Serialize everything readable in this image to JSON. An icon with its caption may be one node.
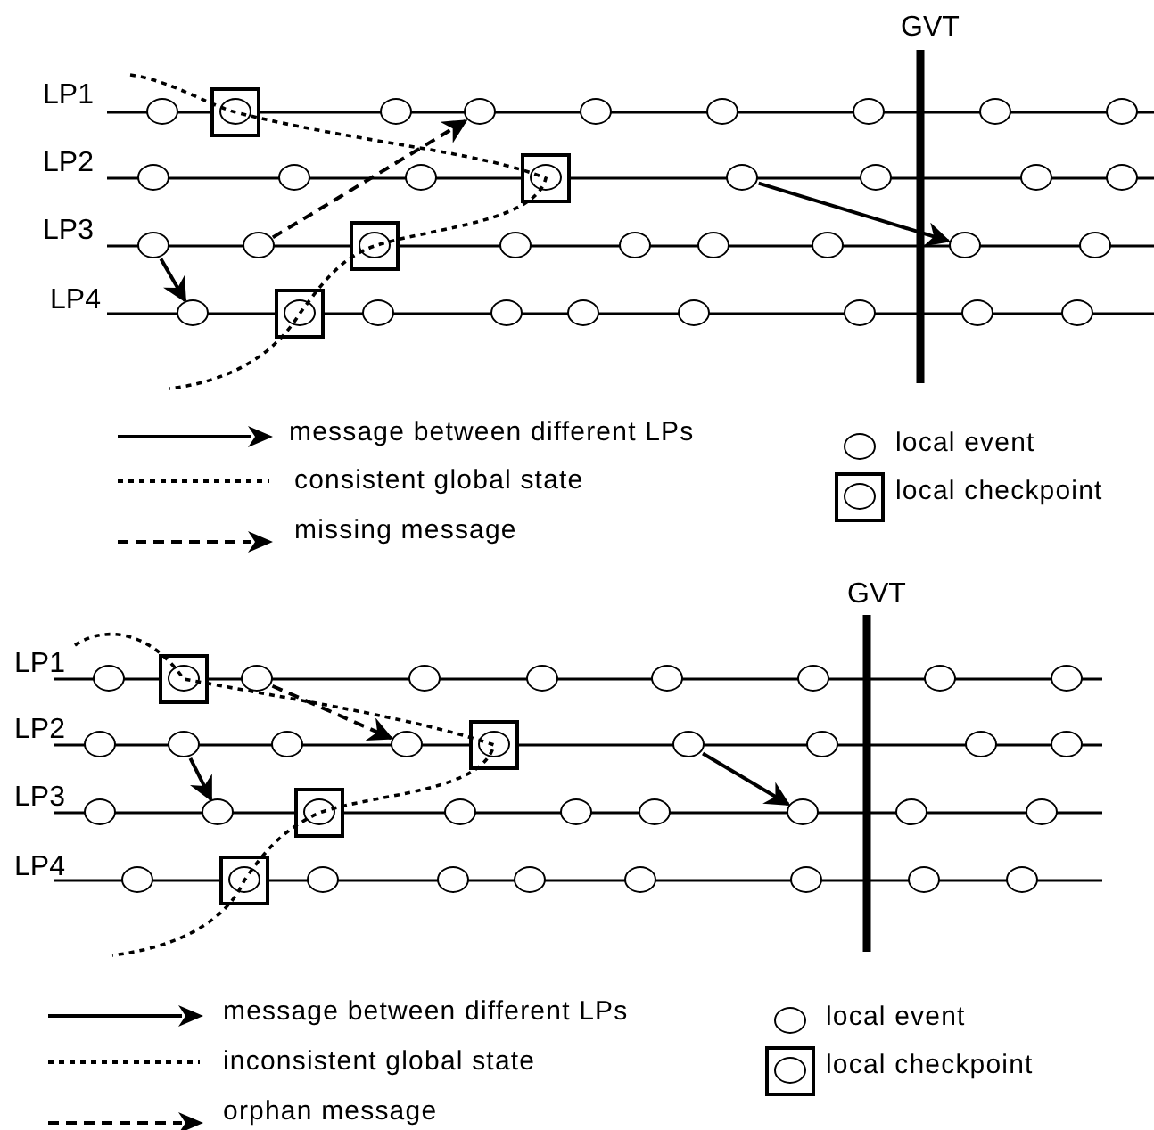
{
  "diagram": {
    "nodes": [
      {
        "text": [],
        "shape": "circle"
      },
      {
        "text": [],
        "shape": "box"
      },
      {
        "text": [],
        "shape": "circle"
      },
      {
        "text": [],
        "shape": "circle"
      },
      {
        "text": [],
        "shape": "circle"
      },
      {
        "text": [],
        "shape": "circle"
      },
      {
        "text": [],
        "shape": "circle"
      },
      {
        "text": [],
        "shape": "circle"
      },
      {
        "text": [],
        "shape": "circle"
      },
      {
        "text": [],
        "shape": "circle"
      },
      {
        "text": [],
        "shape": "circle"
      },
      {
        "text": [],
        "shape": "circle"
      },
      {
        "text": [],
        "shape": "box"
      },
      {
        "text": [],
        "shape": "circle"
      },
      {
        "text": [],
        "shape": "circle"
      },
      {
        "text": [],
        "shape": "circle"
      },
      {
        "text": [],
        "shape": "circle"
      },
      {
        "text": [],
        "shape": "circle"
      },
      {
        "text": [],
        "shape": "circle"
      },
      {
        "text": [],
        "shape": "box"
      },
      {
        "text": [],
        "shape": "circle"
      },
      {
        "text": [],
        "shape": "circle"
      },
      {
        "text": [],
        "shape": "circle"
      },
      {
        "text": [],
        "shape": "circle"
      },
      {
        "text": [],
        "shape": "circle"
      },
      {
        "text": [],
        "shape": "circle"
      },
      {
        "text": [],
        "shape": "circle"
      },
      {
        "text": [],
        "shape": "box"
      },
      {
        "text": [],
        "shape": "circle"
      },
      {
        "text": [],
        "shape": "circle"
      },
      {
        "text": [],
        "shape": "circle"
      },
      {
        "text": [],
        "shape": "circle"
      },
      {
        "text": [],
        "shape": "circle"
      },
      {
        "text": [],
        "shape": "circle"
      },
      {
        "text": [],
        "shape": "circle"
      },
      {
        "text": [],
        "shape": "circle"
      },
      {
        "text": [],
        "shape": "box"
      },
      {
        "text": [],
        "shape": "circle"
      },
      {
        "text": [],
        "shape": "circle"
      },
      {
        "text": [],
        "shape": "circle"
      },
      {
        "text": [],
        "shape": "circle"
      },
      {
        "text": [],
        "shape": "circle"
      },
      {
        "text": [],
        "shape": "circle"
      },
      {
        "text": [],
        "shape": "circle"
      },
      {
        "text": [],
        "shape": "circle"
      },
      {
        "text": [],
        "shape": "circle"
      },
      {
        "text": [],
        "shape": "circle"
      },
      {
        "text": [],
        "shape": "circle"
      },
      {
        "text": [],
        "shape": "box"
      },
      {
        "text": [],
        "shape": "circle"
      },
      {
        "text": [],
        "shape": "circle"
      },
      {
        "text": [],
        "shape": "circle"
      },
      {
        "text": [],
        "shape": "circle"
      },
      {
        "text": [],
        "shape": "circle"
      },
      {
        "text": [],
        "shape": "circle"
      },
      {
        "text": [],
        "shape": "box"
      },
      {
        "text": [],
        "shape": "circle"
      },
      {
        "text": [],
        "shape": "circle"
      },
      {
        "text": [],
        "shape": "circle"
      },
      {
        "text": [],
        "shape": "circle"
      },
      {
        "text": [],
        "shape": "circle"
      },
      {
        "text": [],
        "shape": "circle"
      },
      {
        "text": [],
        "shape": "circle"
      },
      {
        "text": [],
        "shape": "box"
      },
      {
        "text": [],
        "shape": "circle"
      },
      {
        "text": [],
        "shape": "circle"
      },
      {
        "text": [],
        "shape": "circle"
      },
      {
        "text": [],
        "shape": "circle"
      },
      {
        "text": [],
        "shape": "circle"
      },
      {
        "text": [],
        "shape": "circle"
      },
      {
        "text": [],
        "shape": "circle"
      }
    ],
    "edges": [
      {
        "from": 18,
        "to": 3,
        "arrow": "to",
        "style": "dashed"
      },
      {
        "from": 13,
        "to": 24,
        "arrow": "to"
      },
      {
        "from": 17,
        "to": 26,
        "arrow": "to"
      },
      {
        "from": 37,
        "to": 47,
        "arrow": "to",
        "style": "dashed"
      },
      {
        "from": 45,
        "to": 54,
        "arrow": "to"
      },
      {
        "from": 49,
        "to": 59,
        "arrow": "to"
      }
    ],
    "labels": [
      "GVT",
      "LP1",
      "LP2",
      "LP3",
      "LP4",
      "GVT",
      "LP1",
      "LP2",
      "LP3",
      "LP4"
    ],
    "legend": [
      {
        "text": "message between different LPs"
      },
      {
        "text": "consistent global state"
      },
      {
        "text": "missing message"
      },
      {
        "text": "local event"
      },
      {
        "text": "local checkpoint"
      },
      {
        "text": "message between different LPs"
      },
      {
        "text": "inconsistent global state"
      },
      {
        "text": "orphan message"
      },
      {
        "text": "local event"
      },
      {
        "text": "local checkpoint"
      }
    ]
  }
}
